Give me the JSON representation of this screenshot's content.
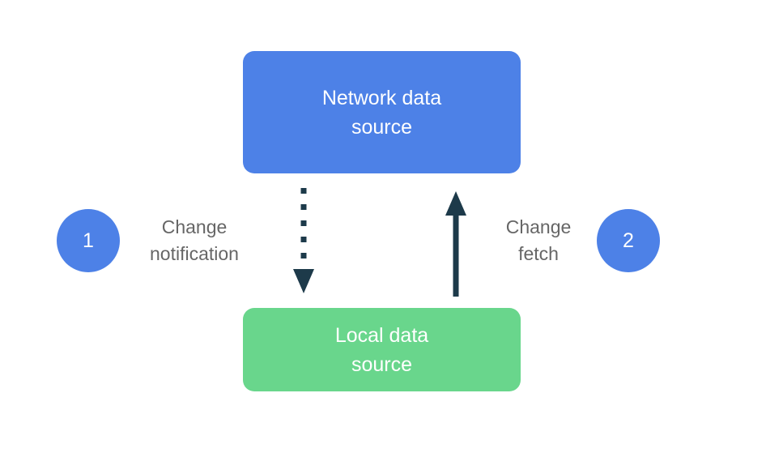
{
  "diagram": {
    "nodes": {
      "network": {
        "label": "Network data\nsource"
      },
      "local": {
        "label": "Local data\nsource"
      }
    },
    "steps": {
      "one": {
        "number": "1",
        "label": "Change\nnotification"
      },
      "two": {
        "number": "2",
        "label": "Change\nfetch"
      }
    },
    "colors": {
      "node_network": "#4D81E7",
      "node_local": "#69D68C",
      "badge": "#4D81E7",
      "arrow": "#1D3A4A",
      "label_text": "#666666",
      "node_text": "#FFFFFF",
      "background": "#FFFFFF"
    }
  }
}
